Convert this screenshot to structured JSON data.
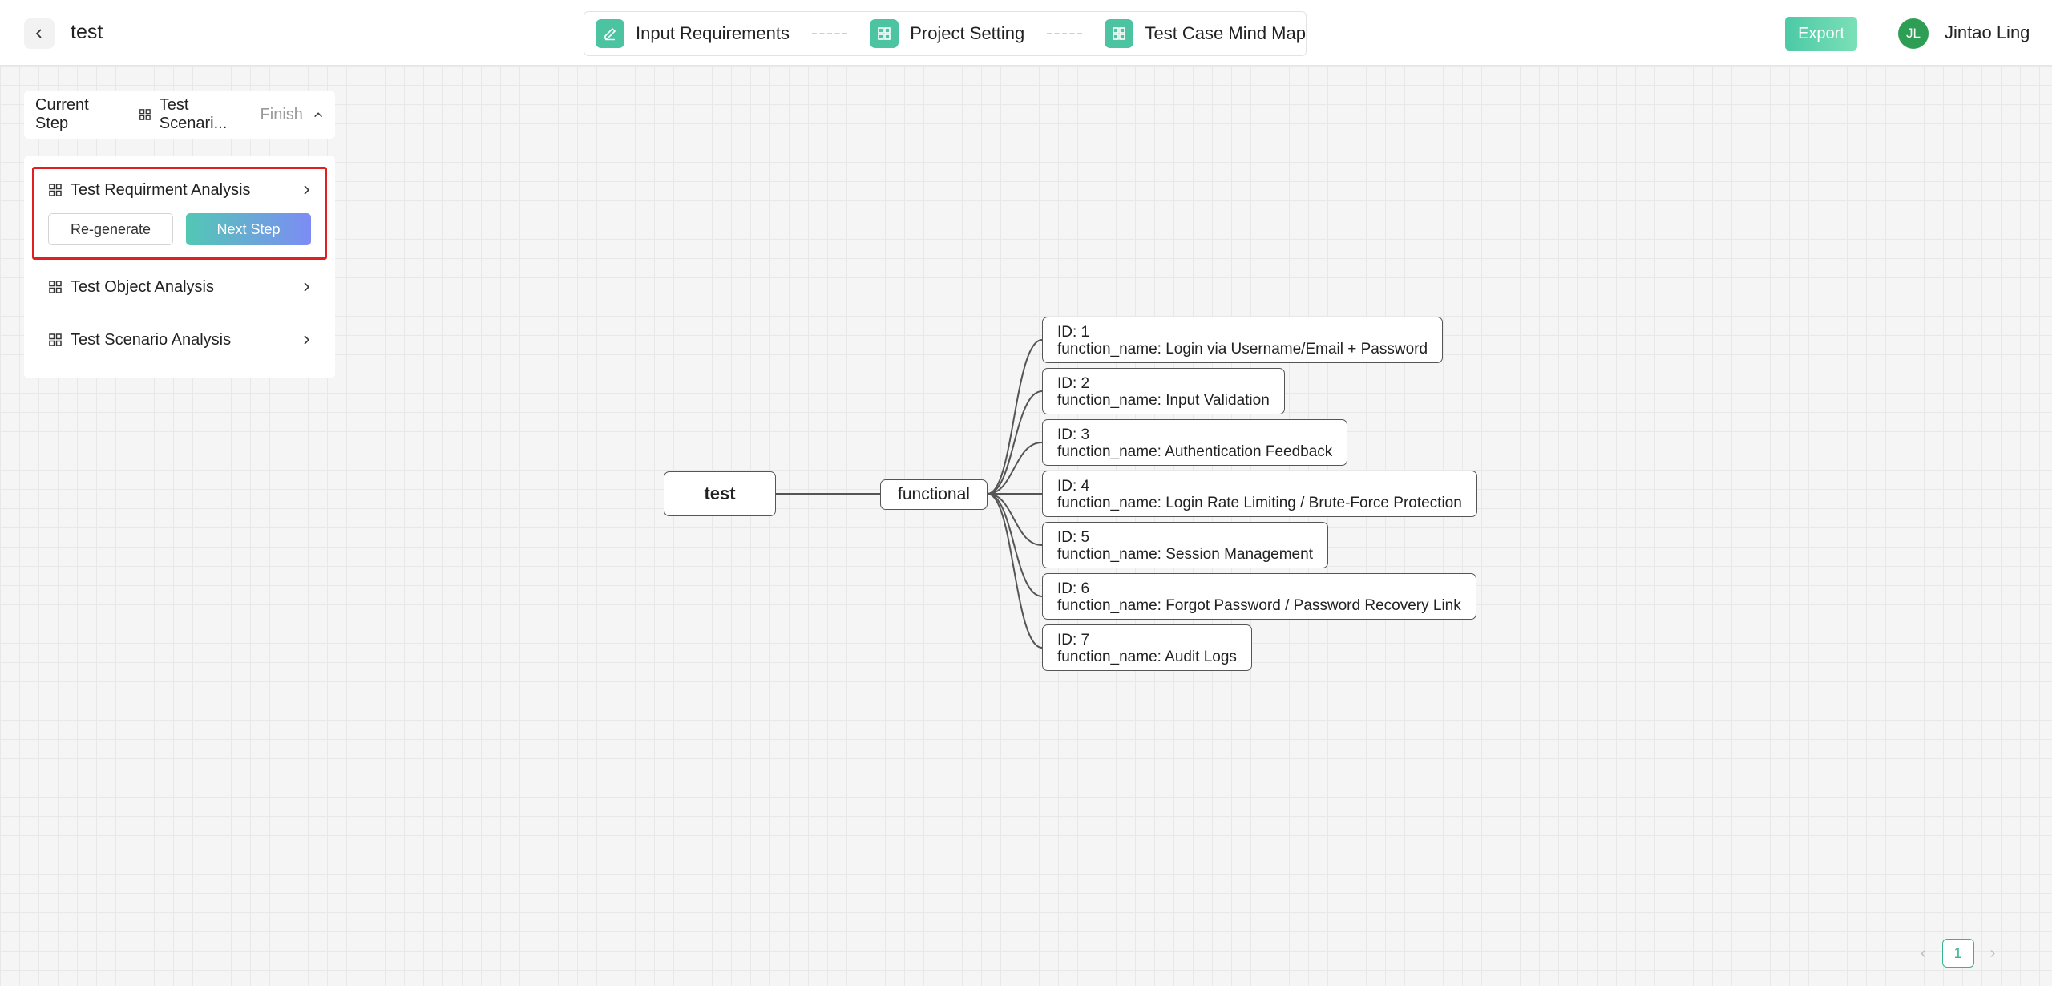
{
  "header": {
    "title": "test",
    "steps": [
      {
        "label": "Input Requirements",
        "icon": "pencil-icon"
      },
      {
        "label": "Project Setting",
        "icon": "grid-icon"
      },
      {
        "label": "Test Case Mind Map",
        "icon": "grid-icon"
      }
    ],
    "export_label": "Export",
    "user": {
      "initials": "JL",
      "name": "Jintao Ling"
    }
  },
  "panel": {
    "current_step_label": "Current Step",
    "current_step_name": "Test Scenari...",
    "status": "Finish",
    "tasks": [
      {
        "label": "Test Requirment Analysis"
      },
      {
        "label": "Test Object Analysis"
      },
      {
        "label": "Test Scenario Analysis"
      }
    ],
    "regenerate_label": "Re-generate",
    "next_step_label": "Next Step"
  },
  "mindmap": {
    "root": "test",
    "branch": "functional",
    "leaves": [
      {
        "id": "ID: 1",
        "name": "function_name: Login via Username/Email + Password"
      },
      {
        "id": "ID: 2",
        "name": "function_name: Input Validation"
      },
      {
        "id": "ID: 3",
        "name": "function_name: Authentication Feedback"
      },
      {
        "id": "ID: 4",
        "name": "function_name: Login Rate Limiting / Brute-Force Protection"
      },
      {
        "id": "ID: 5",
        "name": "function_name: Session Management"
      },
      {
        "id": "ID: 6",
        "name": "function_name: Forgot Password / Password Recovery Link"
      },
      {
        "id": "ID: 7",
        "name": "function_name: Audit Logs"
      }
    ]
  },
  "pager": {
    "current_page": "1"
  },
  "colors": {
    "accent": "#4cc3a1",
    "highlight": "#e02020",
    "avatar": "#2f9e55"
  }
}
